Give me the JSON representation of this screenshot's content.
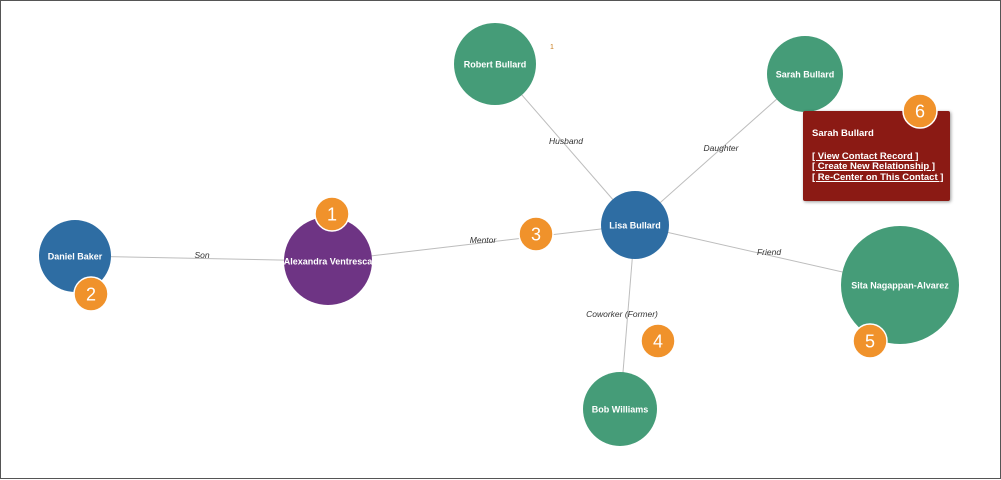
{
  "colors": {
    "blue": "#2e6da3",
    "purple": "#6e3484",
    "green": "#459c78",
    "badge": "#f0922b",
    "popup": "#8b1a14",
    "edge": "#bdbdbd"
  },
  "graph": {
    "nodes": [
      {
        "id": "daniel",
        "label": "Daniel Baker",
        "color": "blue"
      },
      {
        "id": "alexandra",
        "label": "Alexandra Ventresca",
        "color": "purple"
      },
      {
        "id": "lisa",
        "label": "Lisa Bullard",
        "color": "blue"
      },
      {
        "id": "robert",
        "label": "Robert Bullard",
        "color": "green"
      },
      {
        "id": "sarah",
        "label": "Sarah Bullard",
        "color": "green"
      },
      {
        "id": "sita",
        "label": "Sita Nagappan-Alvarez",
        "color": "green"
      },
      {
        "id": "bob",
        "label": "Bob Williams",
        "color": "green"
      }
    ],
    "edges": [
      {
        "from": "daniel",
        "to": "alexandra",
        "label": "Son"
      },
      {
        "from": "alexandra",
        "to": "lisa",
        "label": "Mentor"
      },
      {
        "from": "lisa",
        "to": "robert",
        "label": "Husband"
      },
      {
        "from": "lisa",
        "to": "sarah",
        "label": "Daughter"
      },
      {
        "from": "lisa",
        "to": "sita",
        "label": "Friend"
      },
      {
        "from": "lisa",
        "to": "bob",
        "label": "Coworker (Former)"
      }
    ]
  },
  "badges": [
    "1",
    "2",
    "3",
    "4",
    "5",
    "6"
  ],
  "popup": {
    "title": "Sarah Bullard",
    "links": [
      "[ View Contact Record ]",
      "[ Create New Relationship ]",
      "[ Re-Center on This Contact ]"
    ]
  },
  "stray_mark": "1"
}
